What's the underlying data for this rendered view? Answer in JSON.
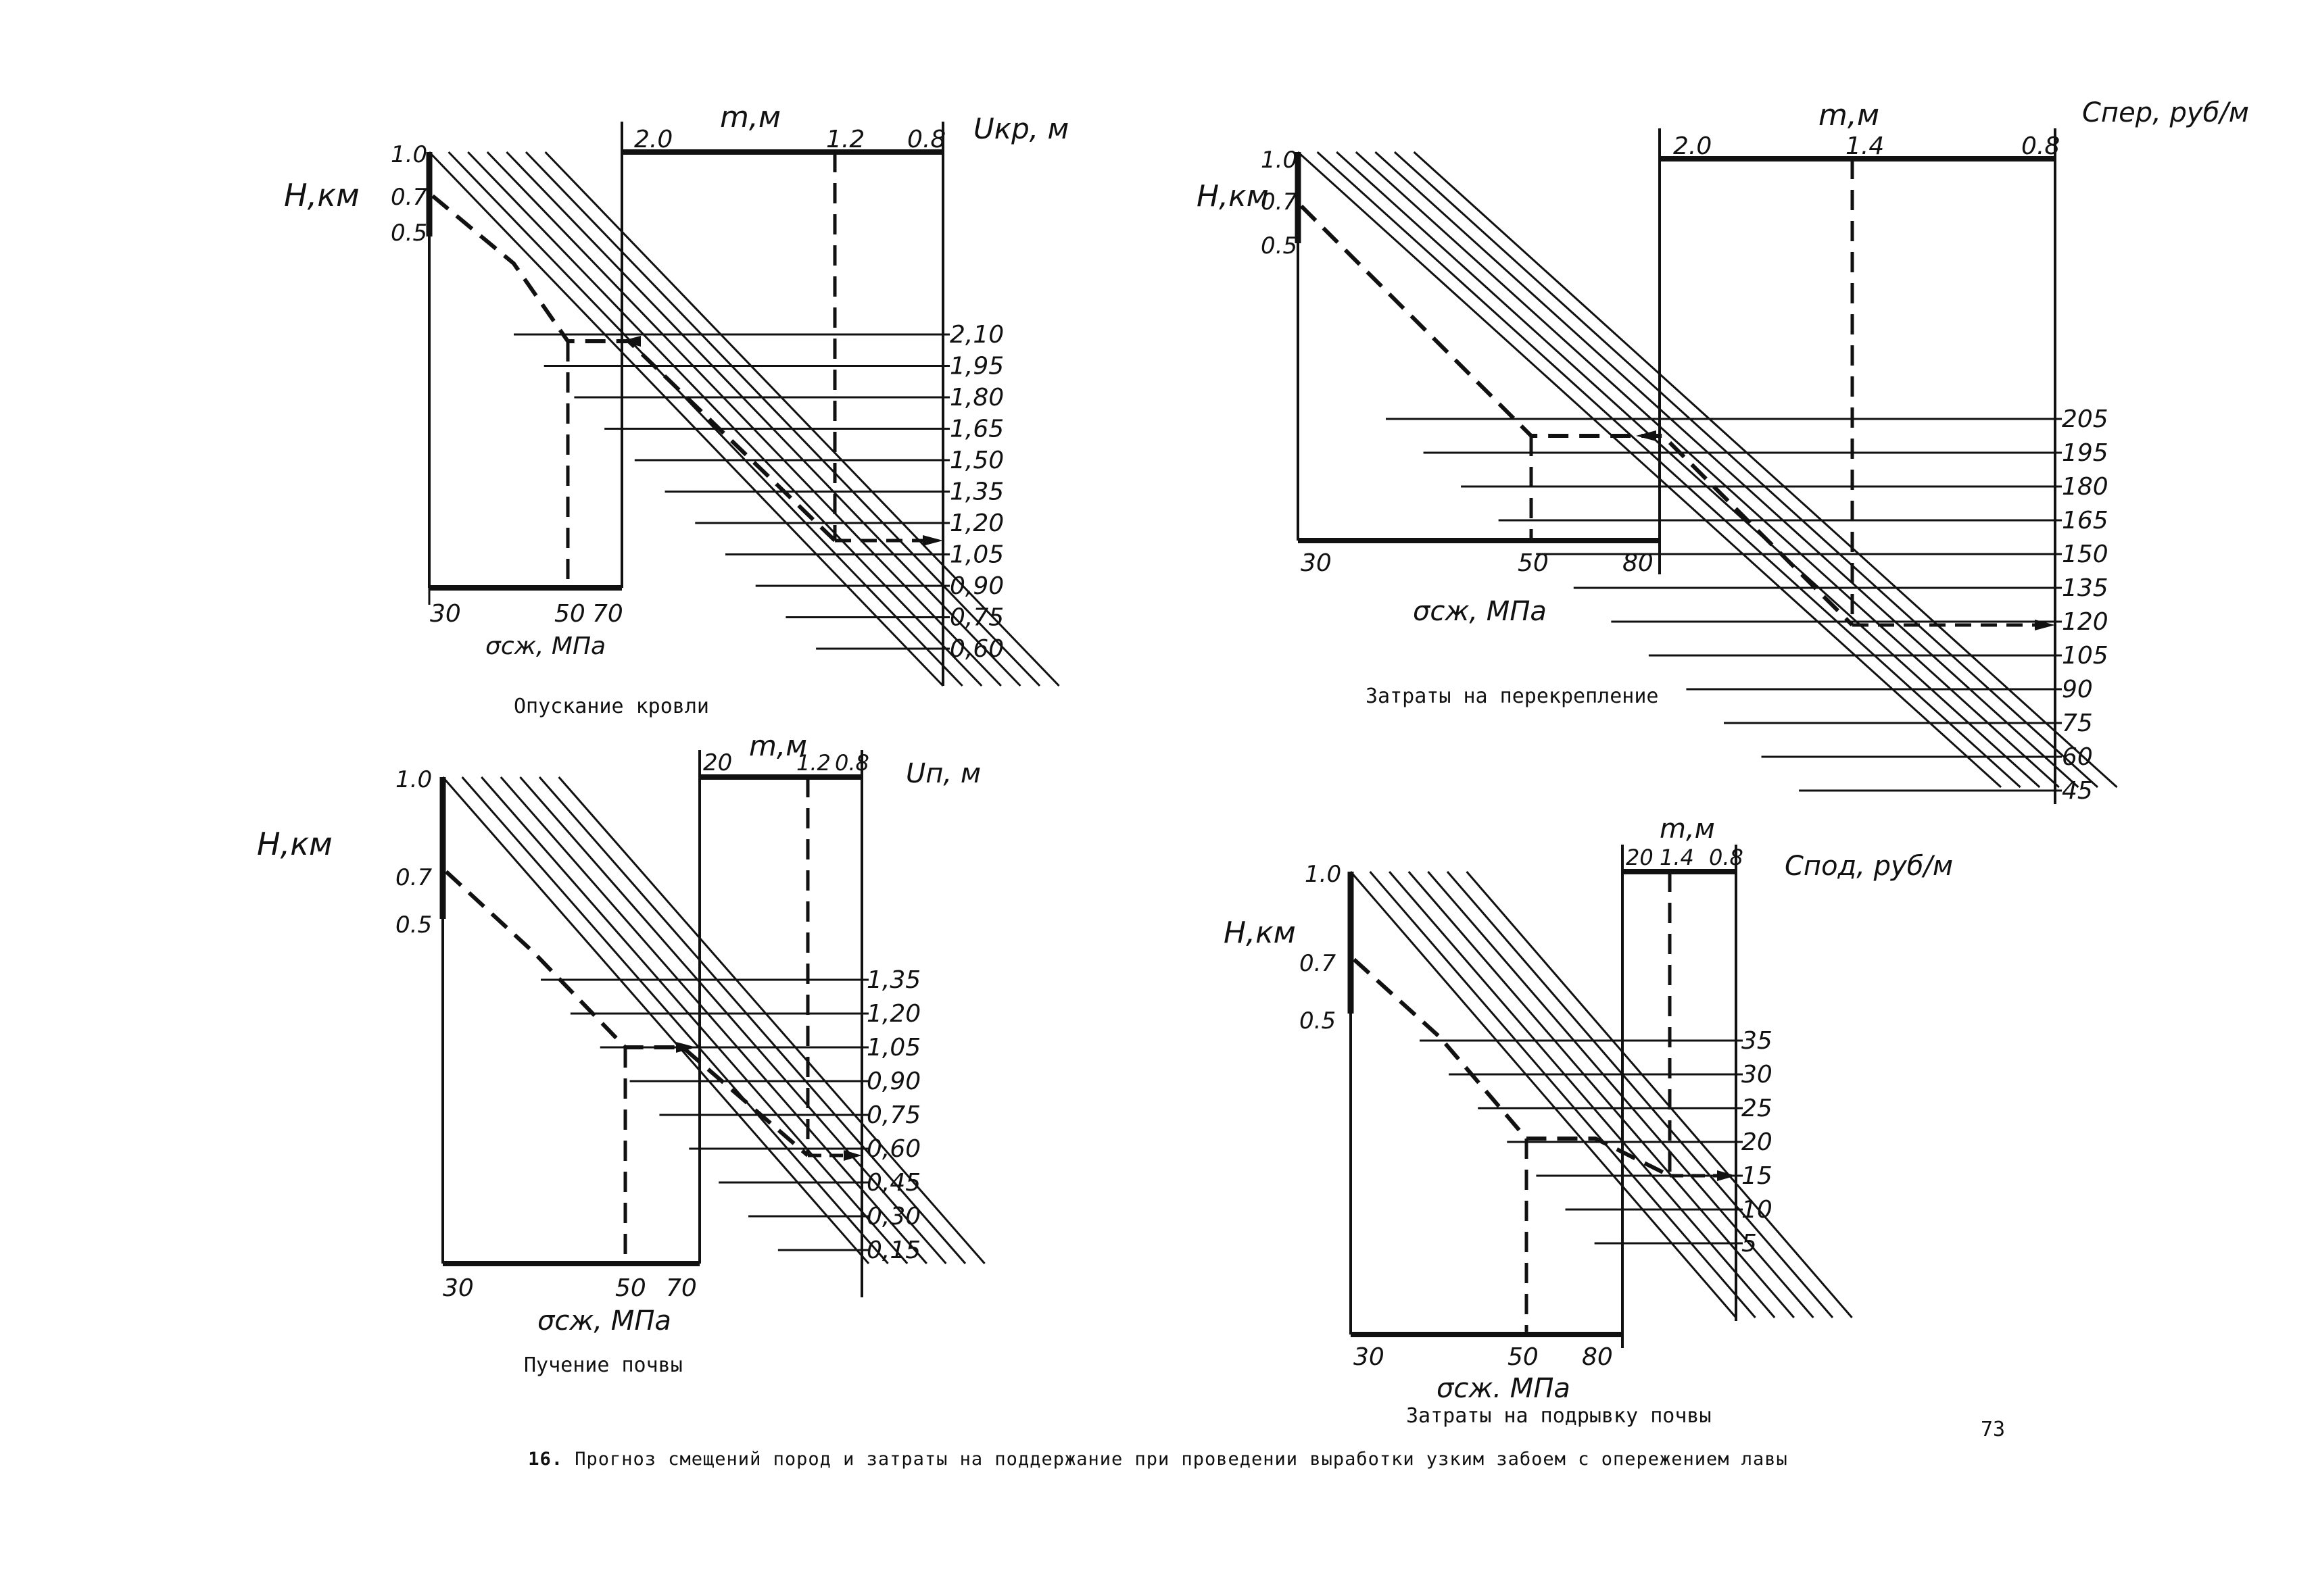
{
  "figure": {
    "caption_prefix": "16.",
    "caption": "Прогноз смещений пород и затраты на поддержание при проведении выработки узким забоем с опережением лавы",
    "page_number": "73"
  },
  "panels": [
    {
      "key": "roof",
      "title": "Опускание кровли",
      "h_axis_label": "H,км",
      "h_ticks": [
        "1.0",
        "0.7",
        "0.5"
      ],
      "sigma_axis_label": "σсж, МПа",
      "sigma_ticks": [
        "30",
        "50",
        "70"
      ],
      "m_axis_label": "m,м",
      "m_ticks": [
        "2.0",
        "1.2",
        "0.8"
      ],
      "right_axis_label": "Uкр, м",
      "right_ticks": [
        "2,10",
        "1,95",
        "1,80",
        "1,65",
        "1,50",
        "1,35",
        "1,20",
        "1,05",
        "0,90",
        "0,75",
        "0,60"
      ]
    },
    {
      "key": "support_cost",
      "title": "Затраты на перекрепление",
      "h_axis_label": "H,км",
      "h_ticks": [
        "1.0",
        "0.7",
        "0.5"
      ],
      "sigma_axis_label": "σсж, МПа",
      "sigma_ticks": [
        "30",
        "50",
        "80"
      ],
      "m_axis_label": "m,м",
      "m_ticks": [
        "2.0",
        "1.4",
        "0.8"
      ],
      "right_axis_label": "Спер, руб/м",
      "right_ticks": [
        "205",
        "195",
        "180",
        "165",
        "150",
        "135",
        "120",
        "105",
        "90",
        "75",
        "60",
        "45"
      ]
    },
    {
      "key": "heave",
      "title": "Пучение почвы",
      "h_axis_label": "H,км",
      "h_ticks": [
        "1.0",
        "0.7",
        "0.5"
      ],
      "sigma_axis_label": "σсж, МПа",
      "sigma_ticks": [
        "30",
        "50",
        "70"
      ],
      "m_axis_label": "m,м",
      "m_ticks": [
        "20",
        "1.2",
        "0.8"
      ],
      "right_axis_label": "Uп, м",
      "right_ticks": [
        "1,35",
        "1,20",
        "1,05",
        "0,90",
        "0,75",
        "0,60",
        "0,45",
        "0,30",
        "0,15"
      ]
    },
    {
      "key": "floor_cost",
      "title": "Затраты на подрывку почвы",
      "h_axis_label": "H,км",
      "h_ticks": [
        "1.0",
        "0.7",
        "0.5"
      ],
      "sigma_axis_label": "σсж. МПа",
      "sigma_ticks": [
        "30",
        "50",
        "80"
      ],
      "m_axis_label": "m,м",
      "m_ticks": [
        "20",
        "1.4",
        "0.8"
      ],
      "right_axis_label": "Cпод, руб/м",
      "right_ticks": [
        "35",
        "30",
        "25",
        "20",
        "15",
        "10",
        "5"
      ]
    }
  ]
}
